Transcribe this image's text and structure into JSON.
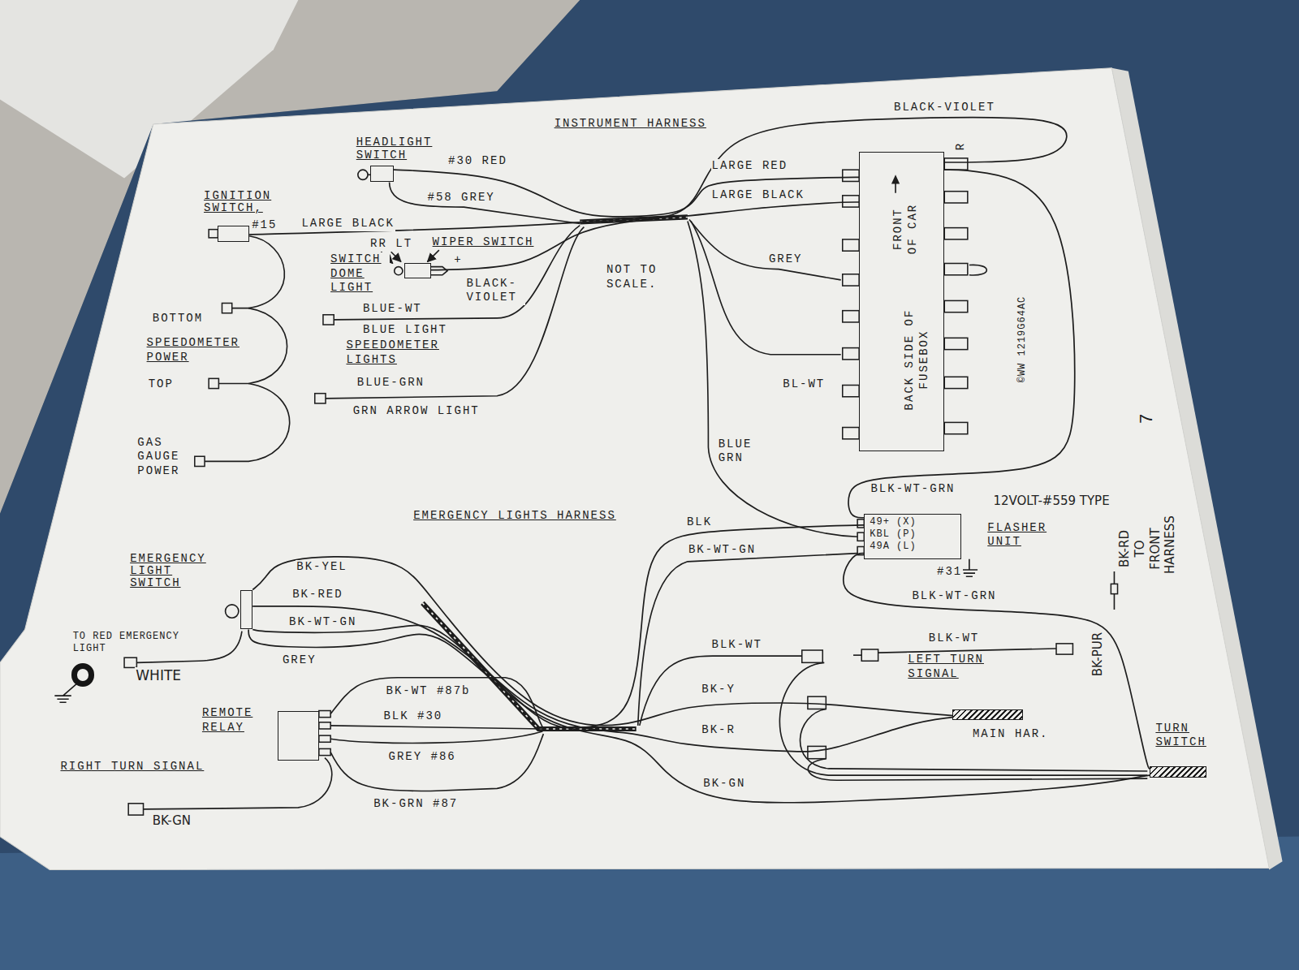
{
  "diagram": {
    "nodes": [
      {
        "text": [
          "HEADLIGHT SWITCH"
        ]
      },
      {
        "text": [
          "IGNITION SWITCH,"
        ]
      },
      {
        "text": [
          "WIPER SWITCH"
        ]
      },
      {
        "text": [
          "FRONT OF CAR",
          "BACK SIDE OF FUSEBOX"
        ]
      },
      {
        "text": [
          "49+ (X)",
          "KBL (P)",
          "49A (L)",
          "FLASHER UNIT"
        ]
      },
      {
        "text": [
          "EMERGENCY LIGHT SWITCH"
        ]
      },
      {
        "text": [
          "TO RED EMERGENCY LIGHT"
        ]
      },
      {
        "text": [
          "REMOTE RELAY"
        ]
      },
      {
        "text": [
          "MAIN HAR."
        ]
      },
      {
        "text": [
          "TURN SWITCH"
        ]
      }
    ],
    "edges": [
      {
        "from": 1,
        "to": 3,
        "label": "LARGE BLACK",
        "arrow": "none"
      },
      {
        "from": 0,
        "to": 3,
        "label": "#30 RED",
        "arrow": "none"
      },
      {
        "from": 2,
        "to": 3,
        "label": "BLACK-VIOLET",
        "arrow": "none"
      },
      {
        "from": 3,
        "to": 4,
        "label": "BLK-WT-GRN",
        "arrow": "none"
      },
      {
        "from": 4,
        "to": 5,
        "label": "BLK",
        "arrow": "none"
      },
      {
        "from": 4,
        "to": 9,
        "label": "BLK-WT-GRN",
        "arrow": "none"
      },
      {
        "from": 5,
        "to": 8,
        "label": "BK-Y",
        "arrow": "none"
      },
      {
        "from": 5,
        "to": 8,
        "label": "BK-R",
        "arrow": "none"
      },
      {
        "from": 5,
        "to": 9,
        "label": "BK-GN",
        "arrow": "none"
      }
    ],
    "labels": [
      "INSTRUMENT HARNESS",
      "#58 GREY",
      "#15",
      "RR LT",
      "SWITCH DOME LIGHT",
      "+",
      "BLACK- VIOLET",
      "NOT TO SCALE.",
      "BOTTOM",
      "SPEEDOMETER POWER",
      "TOP",
      "GAS GAUGE POWER",
      "BLUE-WT",
      "BLUE LIGHT",
      "SPEEDOMETER LIGHTS",
      "BLUE-GRN",
      "GRN ARROW LIGHT",
      "LARGE RED",
      "LARGE BLACK",
      "GREY",
      "BL-WT",
      "BLUE GRN",
      "R",
      "©WW 1219G64AC",
      "7",
      "12VOLT-#559 TYPE",
      "#31",
      "EMERGENCY LIGHTS HARNESS",
      "BK-WT-GN",
      "BK-YEL",
      "BK-RED",
      "BK-WT-GN",
      "GREY",
      "WHITE",
      "BK-WT #87b",
      "BLK #30",
      "GREY #86",
      "BK-GRN #87",
      "RIGHT TURN SIGNAL",
      "BK-GN",
      "BLK-WT",
      "BLK-WT",
      "LEFT TURN SIGNAL",
      "BK-RD TO FRONT HARNESS",
      "BK-PUR"
    ]
  }
}
